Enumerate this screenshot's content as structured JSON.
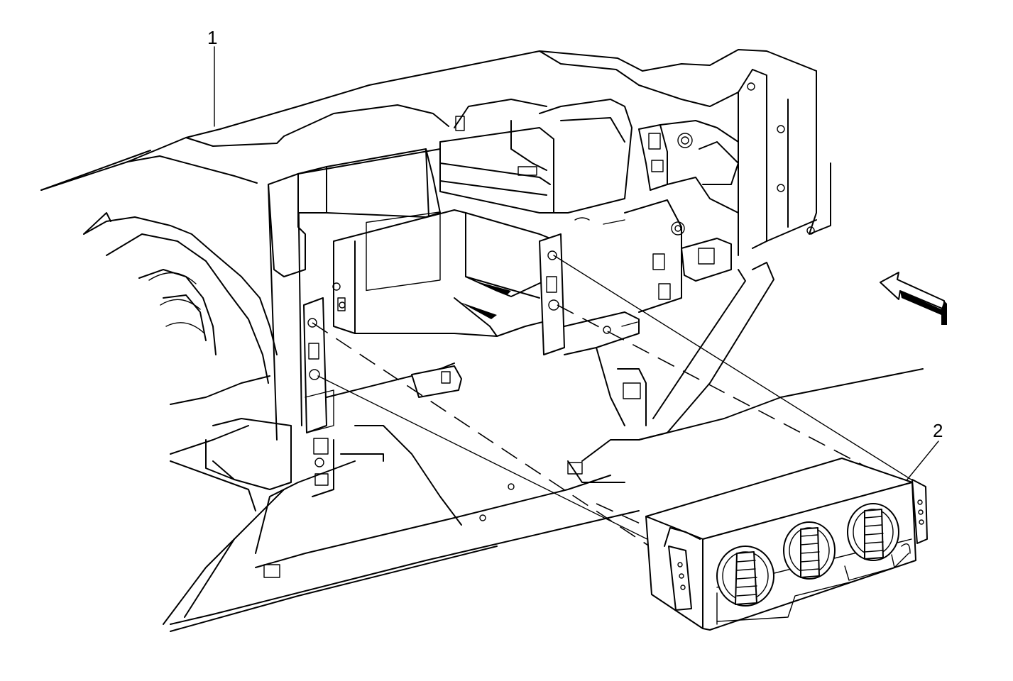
{
  "callouts": [
    {
      "id": "1",
      "label": "1"
    },
    {
      "id": "2",
      "label": "2"
    }
  ],
  "colors": {
    "line": "#000000",
    "background": "#ffffff"
  },
  "icons": {
    "view_arrow": "left-pointing-view-arrow-icon"
  }
}
